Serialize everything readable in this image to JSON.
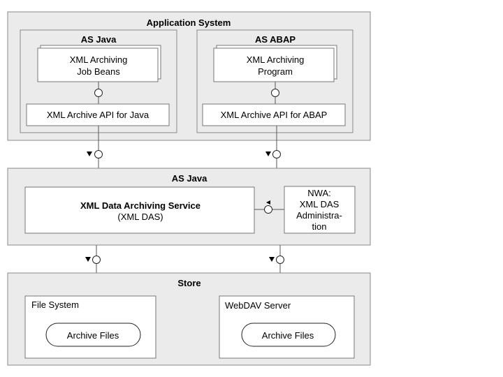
{
  "app_system": {
    "title": "Application System",
    "as_java": {
      "title": "AS Java",
      "job_beans": [
        "XML Archiving",
        "Job Beans"
      ],
      "api": "XML Archive API for Java"
    },
    "as_abap": {
      "title": "AS ABAP",
      "program": [
        "XML Archiving",
        "Program"
      ],
      "api": "XML Archive API for ABAP"
    }
  },
  "as_java_middle": {
    "title": "AS Java",
    "service_title": "XML Data Archiving Service",
    "service_subtitle": "(XML DAS)",
    "nwa": [
      "NWA:",
      "XML DAS",
      "Administra-",
      "tion"
    ]
  },
  "store": {
    "title": "Store",
    "file_system": {
      "title": "File System",
      "archive": "Archive Files"
    },
    "webdav": {
      "title": "WebDAV Server",
      "archive": "Archive Files"
    }
  },
  "colors": {
    "container_fill": "#ebebeb",
    "box_fill": "#ffffff",
    "stroke": "#888888"
  }
}
